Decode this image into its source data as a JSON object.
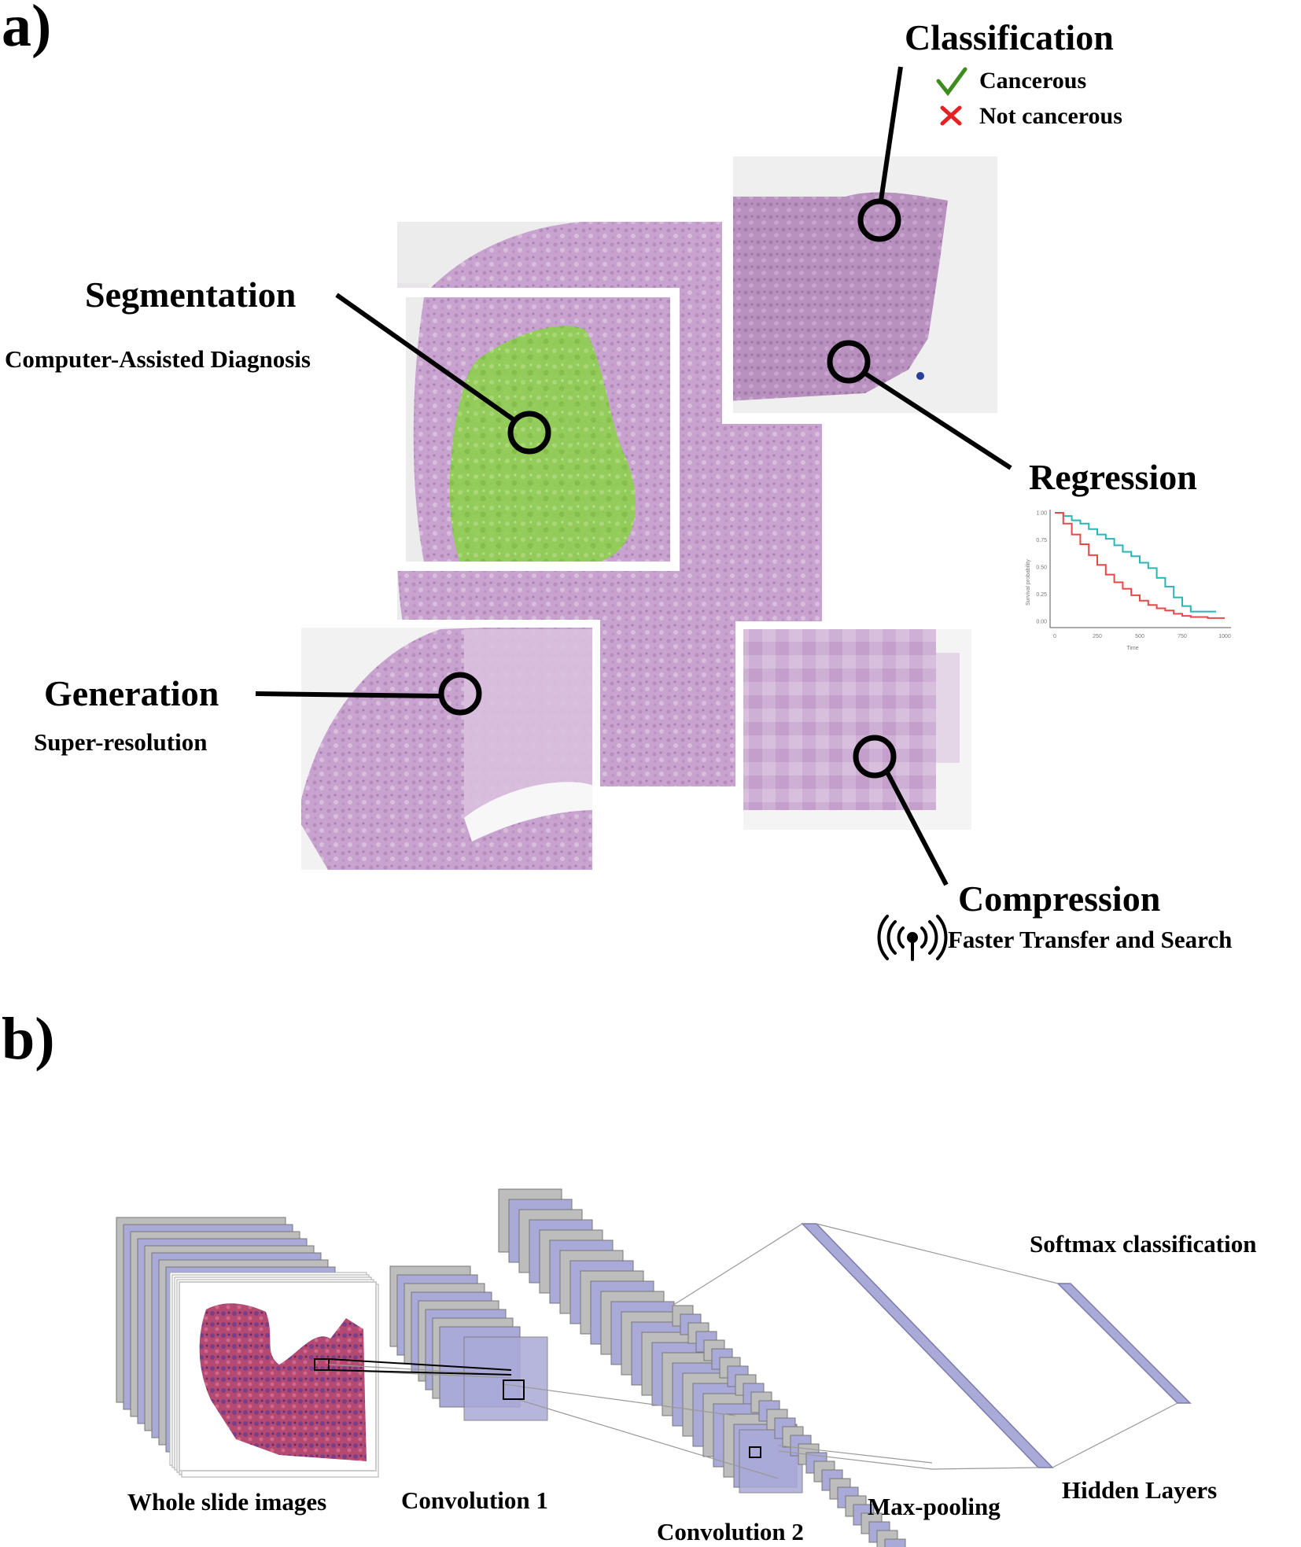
{
  "panel_a": {
    "label": "a)",
    "classification": {
      "title": "Classification",
      "items": [
        {
          "label": "Cancerous",
          "icon": "check-icon",
          "color": "#3c8c1e"
        },
        {
          "label": "Not cancerous",
          "icon": "cross-icon",
          "color": "#e52222"
        }
      ]
    },
    "segmentation": {
      "title": "Segmentation",
      "subtitle": "Computer-Assisted Diagnosis",
      "overlay_color": "#8ed04e"
    },
    "regression": {
      "title": "Regression"
    },
    "generation": {
      "title": "Generation",
      "subtitle": "Super-resolution"
    },
    "compression": {
      "title": "Compression",
      "subtitle": "Faster Transfer and Search",
      "icon": "broadcast-antenna-icon"
    },
    "tissue_color": "#c9a3cf"
  },
  "survival_plot": {
    "ylabel": "Survival probability",
    "xlabel": "Time",
    "yticks": [
      "1.00",
      "0.75",
      "0.50",
      "0.25",
      "0.00"
    ],
    "xticks": [
      "0",
      "250",
      "500",
      "750",
      "1000"
    ]
  },
  "chart_data": {
    "type": "line",
    "title": "",
    "xlabel": "Time",
    "ylabel": "Survival probability",
    "xlim": [
      0,
      1000
    ],
    "ylim": [
      0,
      1
    ],
    "series": [
      {
        "color": "#27b5b5",
        "x": [
          0,
          50,
          100,
          150,
          200,
          250,
          300,
          350,
          400,
          450,
          500,
          550,
          600,
          650,
          700,
          750,
          800,
          850,
          900,
          950
        ],
        "y": [
          1.0,
          0.97,
          0.93,
          0.9,
          0.85,
          0.8,
          0.76,
          0.7,
          0.64,
          0.6,
          0.54,
          0.49,
          0.4,
          0.32,
          0.22,
          0.14,
          0.09,
          0.09,
          0.09,
          0.09
        ]
      },
      {
        "color": "#e8474a",
        "x": [
          0,
          50,
          100,
          150,
          200,
          250,
          300,
          350,
          400,
          450,
          500,
          550,
          600,
          650,
          700,
          750,
          800,
          850,
          900,
          950,
          1000
        ],
        "y": [
          1.0,
          0.9,
          0.8,
          0.71,
          0.61,
          0.52,
          0.43,
          0.36,
          0.3,
          0.24,
          0.19,
          0.15,
          0.12,
          0.1,
          0.07,
          0.05,
          0.04,
          0.04,
          0.03,
          0.03,
          0.03
        ]
      }
    ]
  },
  "panel_b": {
    "label": "b)",
    "layers": [
      {
        "label": "Whole slide images"
      },
      {
        "label": "Convolution 1"
      },
      {
        "label": "Convolution 2"
      },
      {
        "label": "Max-pooling"
      },
      {
        "label": "Hidden Layers"
      },
      {
        "label": "Softmax classification"
      }
    ],
    "feature_map_color": "#aaaad8",
    "stack_outline_color": "#9e9e9e",
    "slide_color": "#b44a72"
  }
}
